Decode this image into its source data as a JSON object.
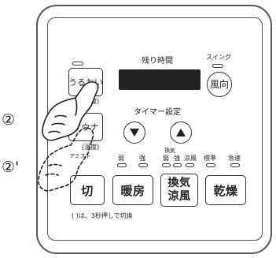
{
  "side_labels": {
    "step_press": "②",
    "step_hold": "②'"
  },
  "display": {
    "label": "残り時間",
    "value": ""
  },
  "buttons": {
    "uruoi": "うるおい",
    "uruoi_sub": "(温度)",
    "sauna": "サウナ",
    "sauna_sub": "(温度)",
    "mist": "アミスト",
    "swing": "スイング",
    "direction": "風向",
    "timer_label": "タイマー設定",
    "off": "切",
    "heater": "暖房",
    "vent_line1": "換気",
    "vent_line2": "涼風",
    "dry": "乾燥"
  },
  "indicators": {
    "heater_low": "弱",
    "heater_high": "強",
    "vent_group": "換気",
    "vent_low": "弱",
    "vent_high": "強",
    "cool": "涼風",
    "standard": "標準",
    "quick": "急速"
  },
  "footnote": "( )は、3秒押しで切換",
  "icons": [
    "down-arrow-icon",
    "up-arrow-icon",
    "hand-press-icon",
    "hand-hold-dashed-icon"
  ]
}
